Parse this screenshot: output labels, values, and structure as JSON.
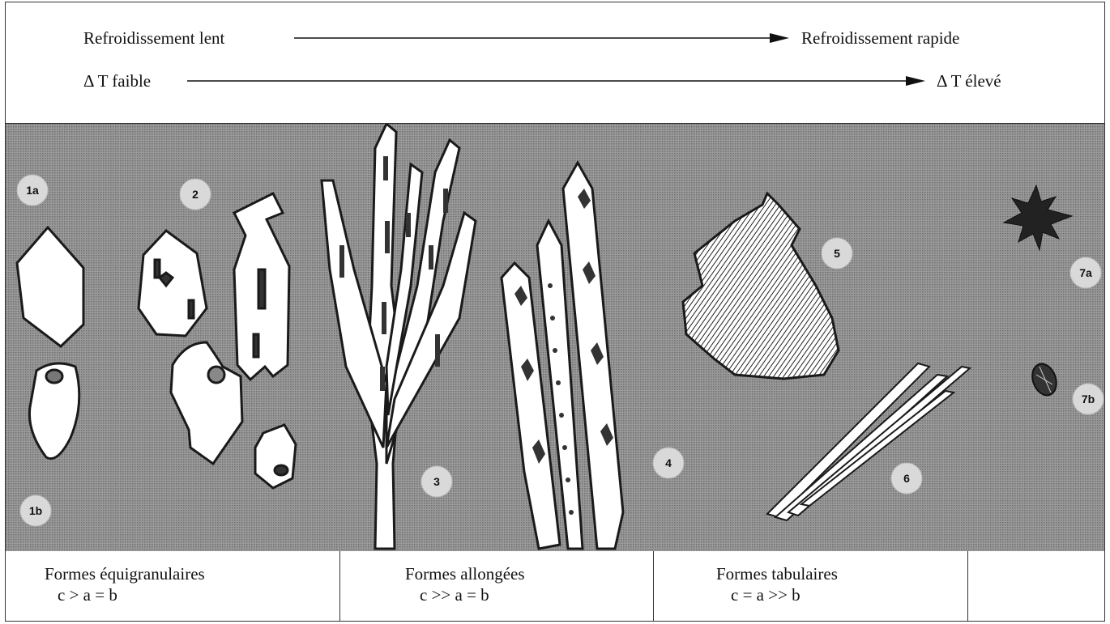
{
  "header": {
    "row1_left": "Refroidissement lent",
    "row1_right": "Refroidissement rapide",
    "row2_left": "Δ T faible",
    "row2_right": "Δ T élevé"
  },
  "labels": {
    "l1a": "1a",
    "l1b": "1b",
    "l2": "2",
    "l3": "3",
    "l4": "4",
    "l5": "5",
    "l6": "6",
    "l7a": "7a",
    "l7b": "7b"
  },
  "footer": {
    "col1_title": "Formes équigranulaires",
    "col1_formula": "c > a = b",
    "col2_title": "Formes allongées",
    "col2_formula": "c >> a = b",
    "col3_title": "Formes tabulaires",
    "col3_formula": "c = a >> b"
  },
  "colors": {
    "panel_bg": "#8c8c8c",
    "crystal_fill": "#ffffff",
    "outline": "#1a1a1a",
    "bubble_fill": "#d9d9d9"
  }
}
